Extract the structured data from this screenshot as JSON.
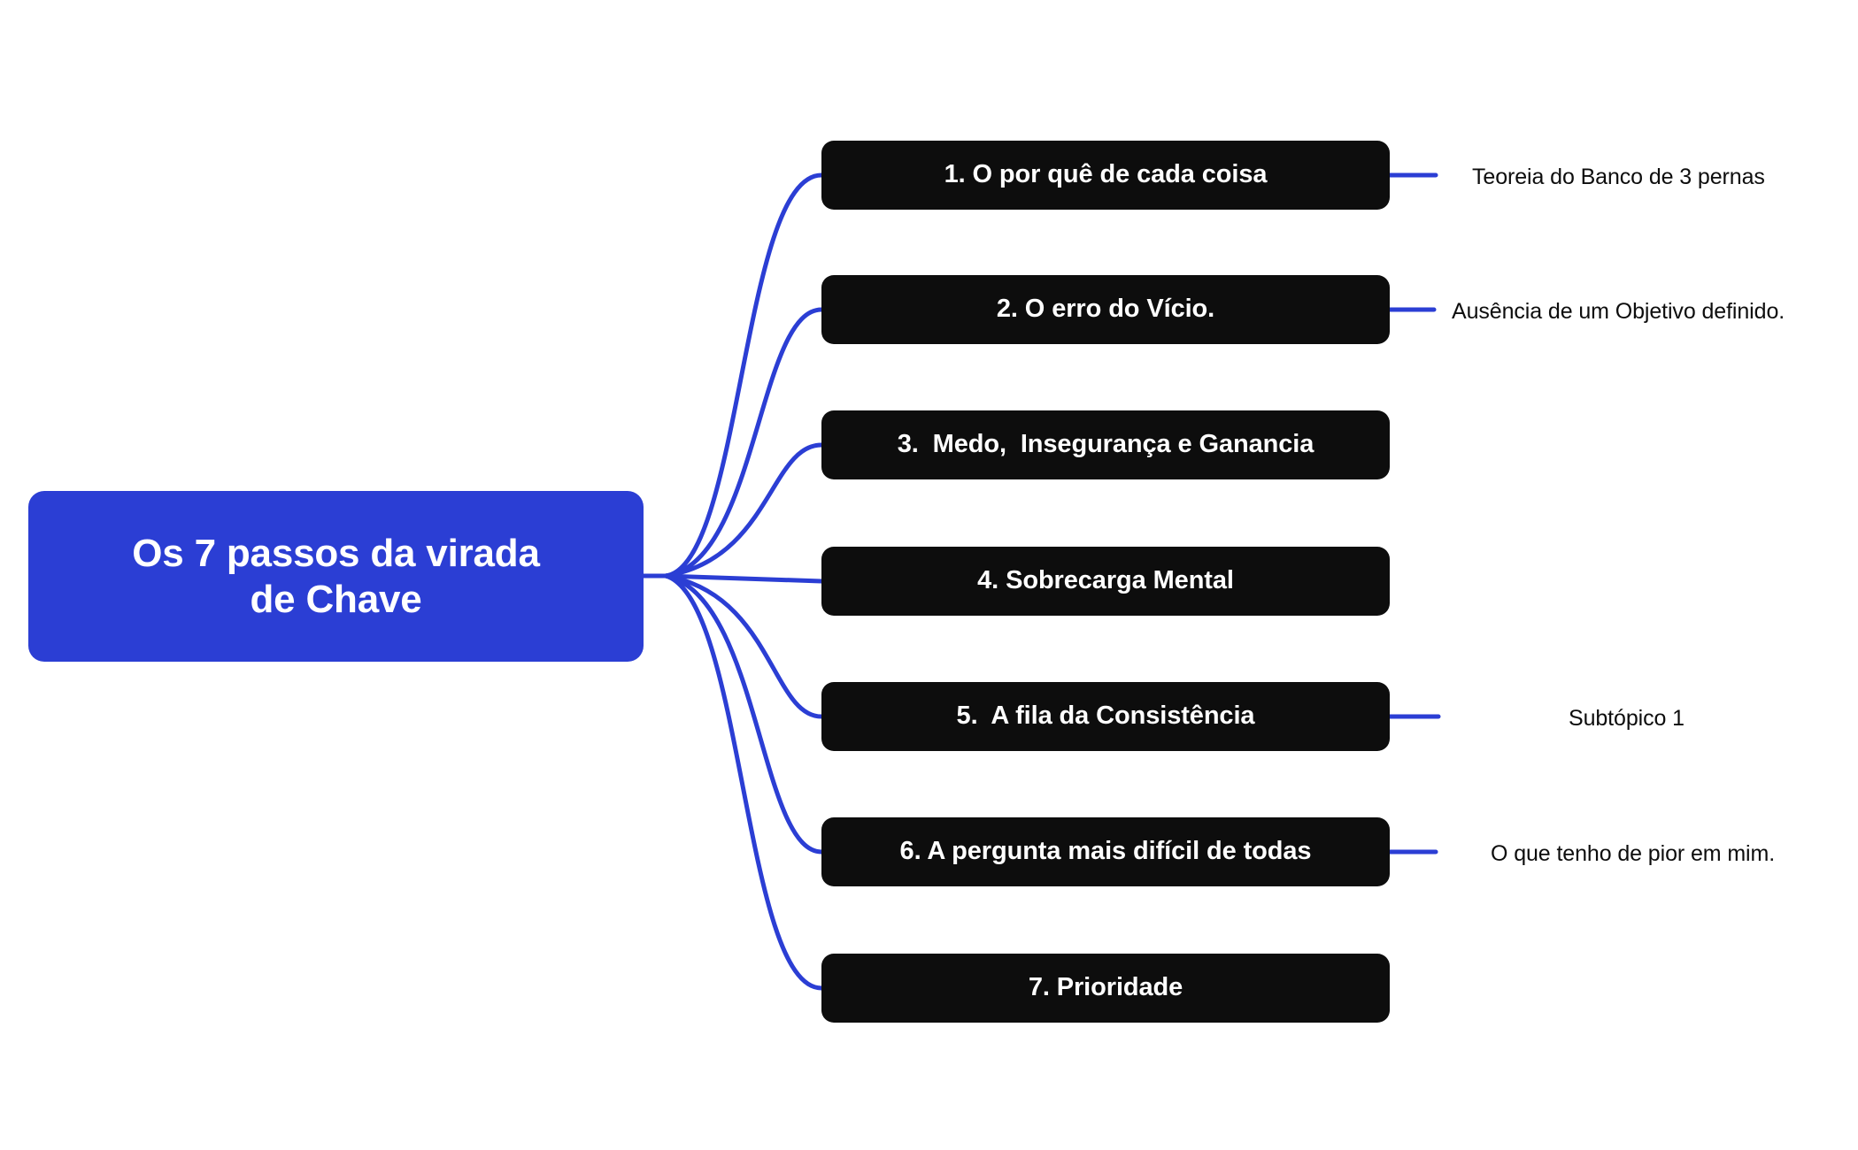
{
  "diagram": {
    "type": "mind-map",
    "orientation": "left-to-right",
    "background_color": "#ffffff",
    "root": {
      "label": "Os 7 passos da virada\nde Chave",
      "background_color": "#2b3ed4",
      "text_color": "#ffffff"
    },
    "branch_style": {
      "background_color": "#0d0d0d",
      "text_color": "#ffffff"
    },
    "edge_color": "#2b3ed4",
    "branches": [
      {
        "label": "1. O por quê de cada coisa",
        "subtopic": "Teoreia do Banco de 3 pernas"
      },
      {
        "label": "2. O erro do Vício.",
        "subtopic": "Ausência de um Objetivo definido."
      },
      {
        "label": "3.  Medo,  Insegurança e Ganancia",
        "subtopic": ""
      },
      {
        "label": "4. Sobrecarga Mental",
        "subtopic": ""
      },
      {
        "label": "5.  A fila da Consistência",
        "subtopic": "Subtópico 1"
      },
      {
        "label": "6. A pergunta mais difícil de todas",
        "subtopic": "O que tenho de pior em mim."
      },
      {
        "label": "7. Prioridade",
        "subtopic": ""
      }
    ]
  }
}
